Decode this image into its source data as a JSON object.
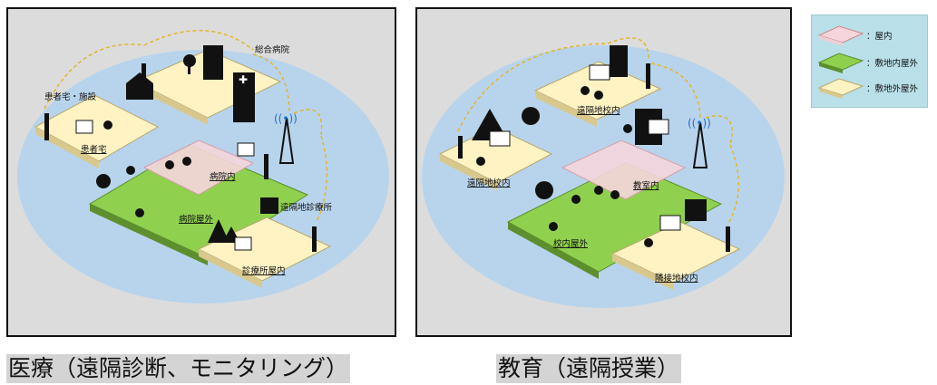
{
  "left_panel": {
    "caption": "医療（遠隔診断、モニタリング）",
    "labels": {
      "patient_facility": "患者宅・施設",
      "general_hospital": "総合病院",
      "patient_home": "患者宅",
      "hospital_indoor": "病院内",
      "hospital_outdoor": "病院屋外",
      "remote_clinic": "遠隔地診療所",
      "clinic_indoor": "診療所屋内"
    }
  },
  "right_panel": {
    "caption": "教育（遠隔授業）",
    "labels": {
      "remote_school_top": "遠隔地校内",
      "remote_school_left": "遠隔地校内",
      "classroom": "教室内",
      "school_outdoor": "校内屋外",
      "nearby_school": "隣接地校内"
    }
  },
  "legend": {
    "items": [
      {
        "label": "：屋内",
        "color": "#f6d6dc"
      },
      {
        "label": "：敷地内屋外",
        "color": "#8fd14f"
      },
      {
        "label": "：敷地外屋外",
        "color": "#fff3c4"
      }
    ]
  }
}
